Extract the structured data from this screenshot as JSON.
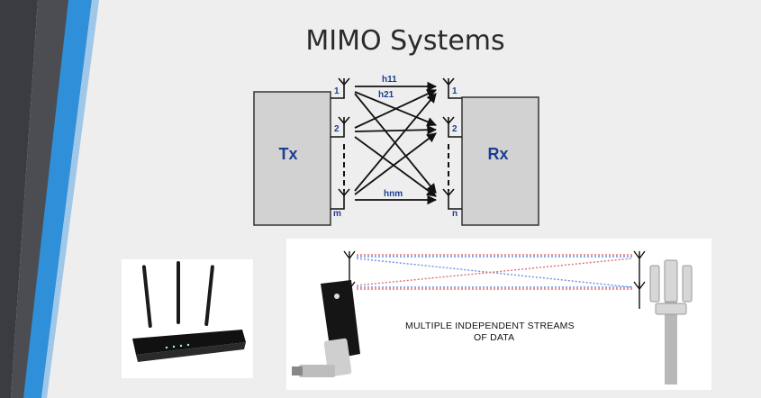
{
  "slide": {
    "title": "MIMO Systems"
  },
  "diagram": {
    "tx_label": "Tx",
    "rx_label": "Rx",
    "tx_antennas": [
      "1",
      "2",
      "m"
    ],
    "rx_antennas": [
      "1",
      "2",
      "n"
    ],
    "channel_labels": [
      "h11",
      "h21",
      "hnm"
    ]
  },
  "streams": {
    "caption_line1": "MULTIPLE INDEPENDENT STREAMS",
    "caption_line2": "OF DATA"
  },
  "colors": {
    "stripe_dark": "#3a3c42",
    "stripe_blue": "#2f8fd8",
    "box_fill": "#d2d2d2",
    "label_blue": "#1e3d8f",
    "stream_red": "#e07070",
    "stream_blue": "#6f8fe0"
  }
}
